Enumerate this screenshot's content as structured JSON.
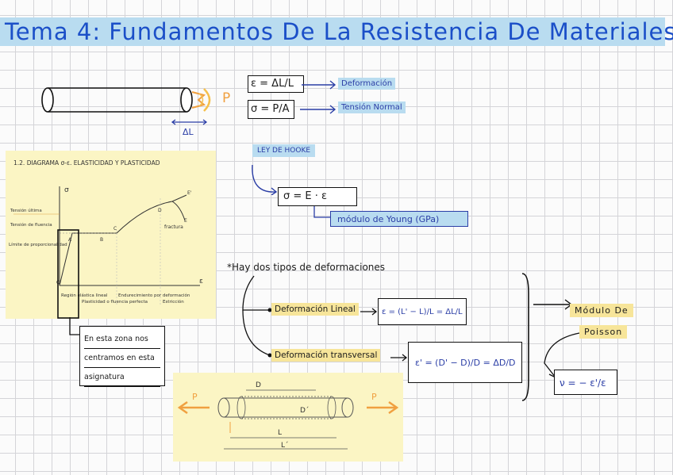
{
  "title": "Tema 4: Fundamentos De La Resistencia De Materiales",
  "formulas": {
    "strain": "ε = ΔL/L",
    "stress": "σ = P/A",
    "hooke_label": "LEY DE HOOKE",
    "hooke": "σ = E · ε",
    "linear_strain": "ε = (L' − L)/L = ΔL/L",
    "transverse_strain": "ε' = (D' − D)/D = ΔD/D",
    "poisson": "ν = − ε'/ε"
  },
  "labels": {
    "deformacion": "Deformación",
    "tension_normal": "Tensión Normal",
    "modulo_young": "módulo de Young (GPa)",
    "tipos": "*Hay dos tipos de deformaciones",
    "def_lineal": "Deformación Lineal",
    "def_transversal": "Deformación transversal",
    "modulo_poisson_1": "Módulo De",
    "modulo_poisson_2": "Poisson",
    "nota_1": "En esta zona nos",
    "nota_2": "centramos en esta",
    "nota_3": "asignatura",
    "bar_P": "P",
    "bar_DL": "ΔL"
  },
  "diagram": {
    "title": "1.2. DIAGRAMA σ-ε. ELASTICIDAD Y PLASTICIDAD",
    "y_axis": "σ",
    "x_axis": "ε",
    "tension_ultima": "Tensión última",
    "tension_fluencia": "Tensión de fluencia",
    "limite_prop": "Límite de proporcionalidad",
    "fractura": "fractura",
    "regions": [
      "Región elástica lineal",
      "Plasticidad o fluencia perfecta",
      "Endurecimiento por deformación",
      "Estricción"
    ],
    "points": [
      "O",
      "A",
      "B",
      "C",
      "D",
      "E",
      "E'"
    ]
  },
  "specimen": {
    "P_left": "P",
    "P_right": "P",
    "D": "D",
    "D_prime": "D´",
    "L": "L",
    "L_prime": "L´"
  },
  "colors": {
    "title_highlight": "#b9dcf0",
    "yellow_highlight": "#f7e59a",
    "ink_blue": "#2b3ea6",
    "arrow_orange": "#f0a040"
  }
}
